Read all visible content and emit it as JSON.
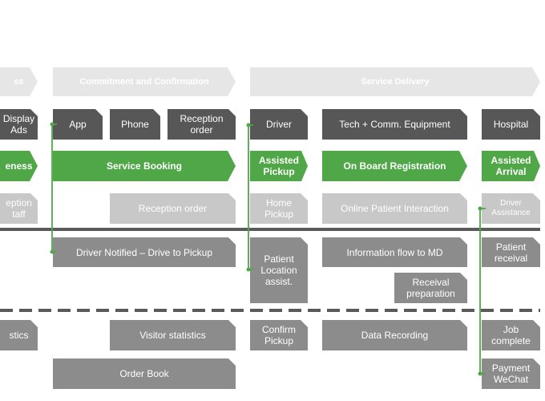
{
  "phases": [
    {
      "label": "ss"
    },
    {
      "label": "Commitment and Confirmation"
    },
    {
      "label": "Service Delivery"
    }
  ],
  "channels": [
    {
      "label": "Display\nAds"
    },
    {
      "label": "App"
    },
    {
      "label": "Phone"
    },
    {
      "label": "Reception\norder"
    },
    {
      "label": "Driver"
    },
    {
      "label": "Tech + Comm. Equipment"
    },
    {
      "label": "Hospital"
    }
  ],
  "stages": [
    {
      "label": "eness"
    },
    {
      "label": "Service Booking"
    },
    {
      "label": "Assisted\nPickup"
    },
    {
      "label": "On Board Registration"
    },
    {
      "label": "Assisted\nArrival"
    }
  ],
  "frontstage": [
    {
      "label": "eption\ntaff"
    },
    {
      "label": "Reception order"
    },
    {
      "label": "Home\nPickup"
    },
    {
      "label": "Online Patient Interaction"
    },
    {
      "label": "Driver\nAssistance"
    }
  ],
  "backstage": [
    {
      "label": "Driver Notified – Drive to Pickup"
    },
    {
      "label": "Patient\nLocation\nassist."
    },
    {
      "label": "Information flow to MD"
    },
    {
      "label": "Receival\npreparation"
    },
    {
      "label": "Patient\nreceival"
    }
  ],
  "support": [
    {
      "label": "stics"
    },
    {
      "label": "Visitor statistics"
    },
    {
      "label": "Confirm\nPickup"
    },
    {
      "label": "Data Recording"
    },
    {
      "label": "Job\ncomplete"
    },
    {
      "label": "Order Book"
    },
    {
      "label": "Payment\nWeChat"
    }
  ],
  "colors": {
    "green": "#4fa747",
    "dark_gray": "#575757",
    "mid_gray": "#8c8c8c",
    "light_gray": "#c8c8c8",
    "pale_gray": "#e6e6e6",
    "divider": "#5a5a5a"
  }
}
